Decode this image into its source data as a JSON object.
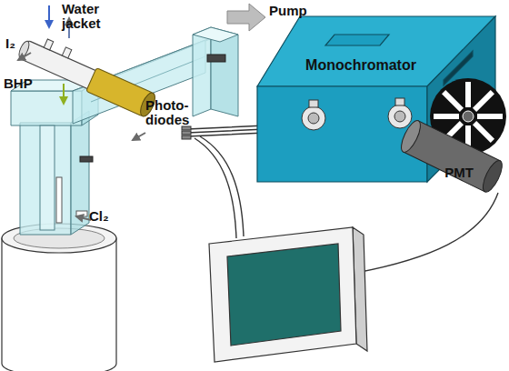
{
  "diagram": {
    "nodes": [
      {
        "text": [
          "Monochromator"
        ]
      },
      {
        "text": [
          "PMT"
        ]
      }
    ],
    "labels": [
      "Water jacket",
      "I₂",
      "BHP",
      "Cl₂",
      "Pump",
      "Photo- diodes"
    ]
  }
}
